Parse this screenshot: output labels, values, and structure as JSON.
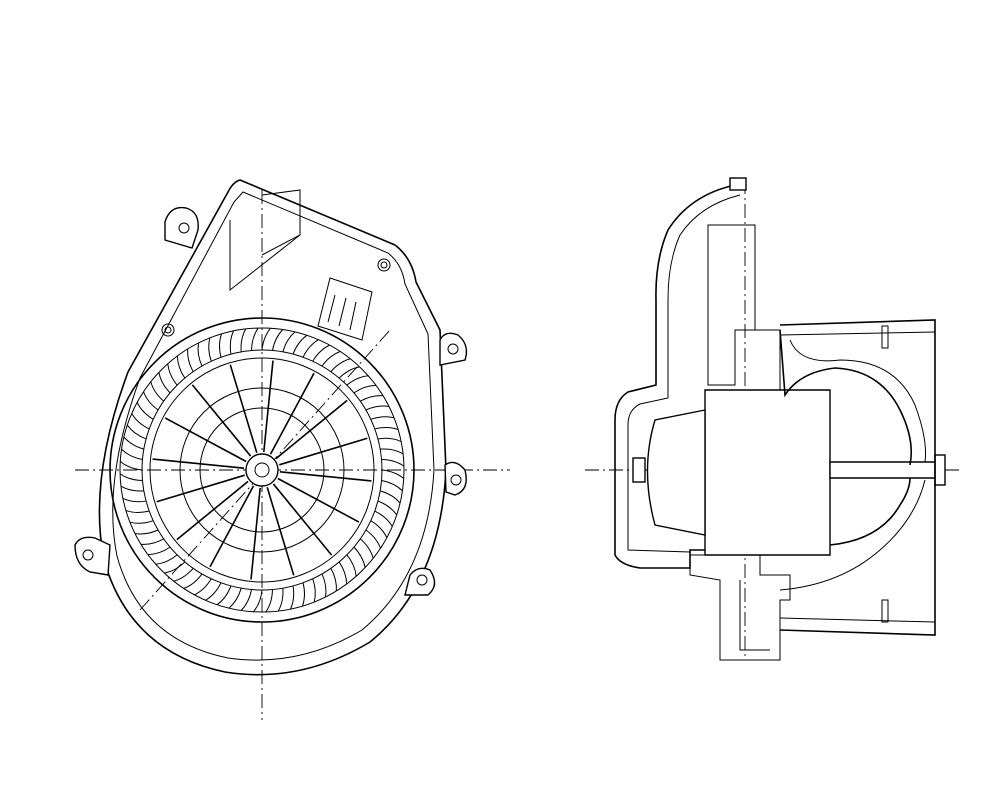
{
  "drawing": {
    "subject": "blower-motor-technical-drawing",
    "views": [
      "front-view",
      "side-view"
    ],
    "line_color": "#000000",
    "background_color": "#ffffff",
    "front_view": {
      "fan_blade_count": 72,
      "spoke_count": 16,
      "mount_lug_count": 5
    },
    "label_plate_text": ""
  }
}
